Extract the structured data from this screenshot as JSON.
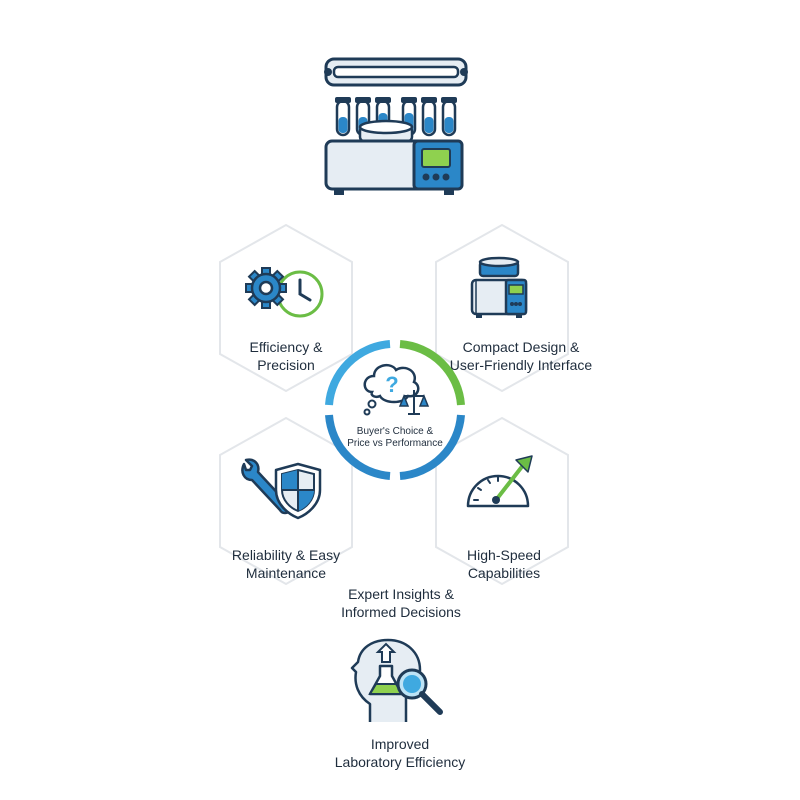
{
  "colors": {
    "navy": "#1f3b57",
    "blue": "#2b87c8",
    "light_blue": "#3fa9e0",
    "green": "#6bbd45",
    "grey": "#e6e9ee",
    "hex_stroke": "#e3e6ea"
  },
  "icons": {
    "top": "lab-centrifuge-icon",
    "efficiency": "gear-clock-icon",
    "compact": "benchtop-device-icon",
    "reliability": "wrench-shield-icon",
    "speed": "speedometer-icon",
    "center": "question-scale-icon",
    "insights": "head-magnifier-flask-icon"
  },
  "nodes": {
    "efficiency": [
      "Efficiency &",
      "Precision"
    ],
    "compact": [
      "Compact Design &",
      "User-Friendly Interface"
    ],
    "reliability": [
      "Reliability & Easy",
      "Maintenance"
    ],
    "speed": [
      "High-Speed",
      "Capabilities"
    ],
    "center": [
      "Buyer's Choice &",
      "Price vs Performance"
    ],
    "insights": [
      "Expert Insights &",
      "Informed Decisions"
    ],
    "outcome": [
      "Improved",
      "Laboratory Efficiency"
    ]
  }
}
